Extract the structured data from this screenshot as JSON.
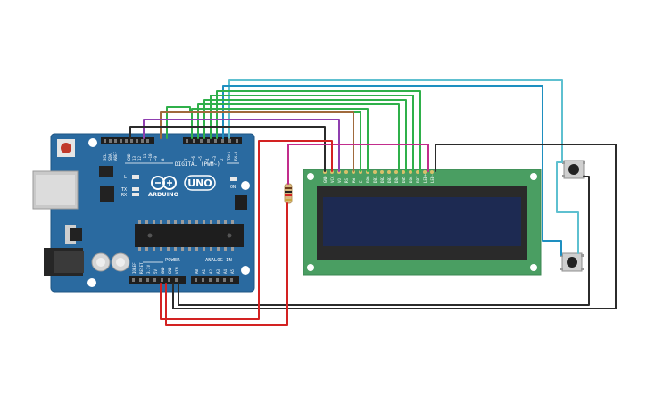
{
  "arduino": {
    "brand_label": "ARDUINO",
    "model_label": "UNO",
    "digital_header_label": "DIGITAL (PWM~)",
    "power_header_label": "POWER",
    "analog_header_label": "ANALOG IN",
    "on_label": "ON",
    "tx_label": "TX",
    "rx_label": "RX",
    "l_label": "L",
    "top_pin_labels": [
      "SCL",
      "SDA",
      "AREF",
      "GND",
      "13",
      "12",
      "~11",
      "~10",
      "~9",
      "8",
      "7",
      "~6",
      "~5",
      "4",
      "~3",
      "2",
      "TX▸1",
      "RX◂0"
    ],
    "power_pin_labels": [
      "IOREF",
      "RESET",
      "3.3V",
      "5V",
      "GND",
      "GND",
      "VIN"
    ],
    "analog_pin_labels": [
      "A0",
      "A1",
      "A2",
      "A3",
      "A4",
      "A5"
    ]
  },
  "lcd": {
    "pin_labels": [
      "GND",
      "VCC",
      "VO",
      "RS",
      "RW",
      "E",
      "DB0",
      "DB1",
      "DB2",
      "DB3",
      "DB4",
      "DB5",
      "DB6",
      "DB7",
      "LED+",
      "LED-"
    ]
  },
  "colors": {
    "board": "#2a6aa0",
    "lcd_pcb": "#4a9e62",
    "lcd_screen": "#1d2a52",
    "wire_black": "#2b2b2b",
    "wire_red": "#d32222",
    "wire_green": "#2fb04a",
    "wire_purple": "#8f3fb0",
    "wire_brown": "#a06a3c",
    "wire_magenta": "#c22d8c",
    "wire_blue": "#1e8fc0",
    "wire_cyan": "#5ec0d0"
  }
}
